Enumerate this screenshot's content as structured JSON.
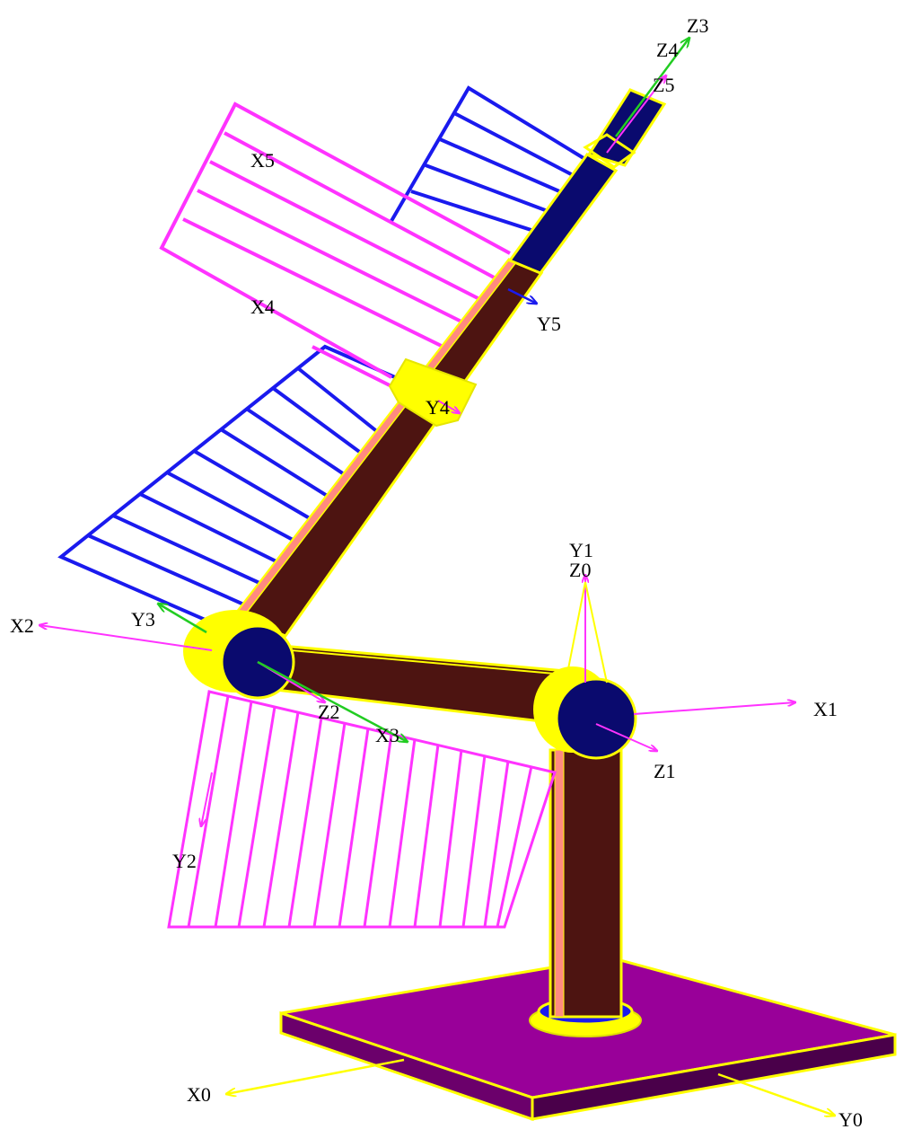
{
  "colors": {
    "background": "#ffffff",
    "outline": "#ffff00",
    "base_top": "#990099",
    "base_side": "#5e005e",
    "link": "#4d1411",
    "joint": "#0a0a6e",
    "magenta": "#ff33ff",
    "blue": "#1a1aee",
    "green": "#22cc22",
    "label": "#000000"
  },
  "labels": {
    "z3": "Z3",
    "z4": "Z4",
    "z5": "Z5",
    "x5": "X5",
    "x4": "X4",
    "y5": "Y5",
    "y4": "Y4",
    "y1": "Y1",
    "z0": "Z0",
    "x2": "X2",
    "y3": "Y3",
    "z2": "Z2",
    "x3": "X3",
    "x1": "X1",
    "z1": "Z1",
    "y2": "Y2",
    "x0": "X0",
    "y0": "Y0"
  }
}
